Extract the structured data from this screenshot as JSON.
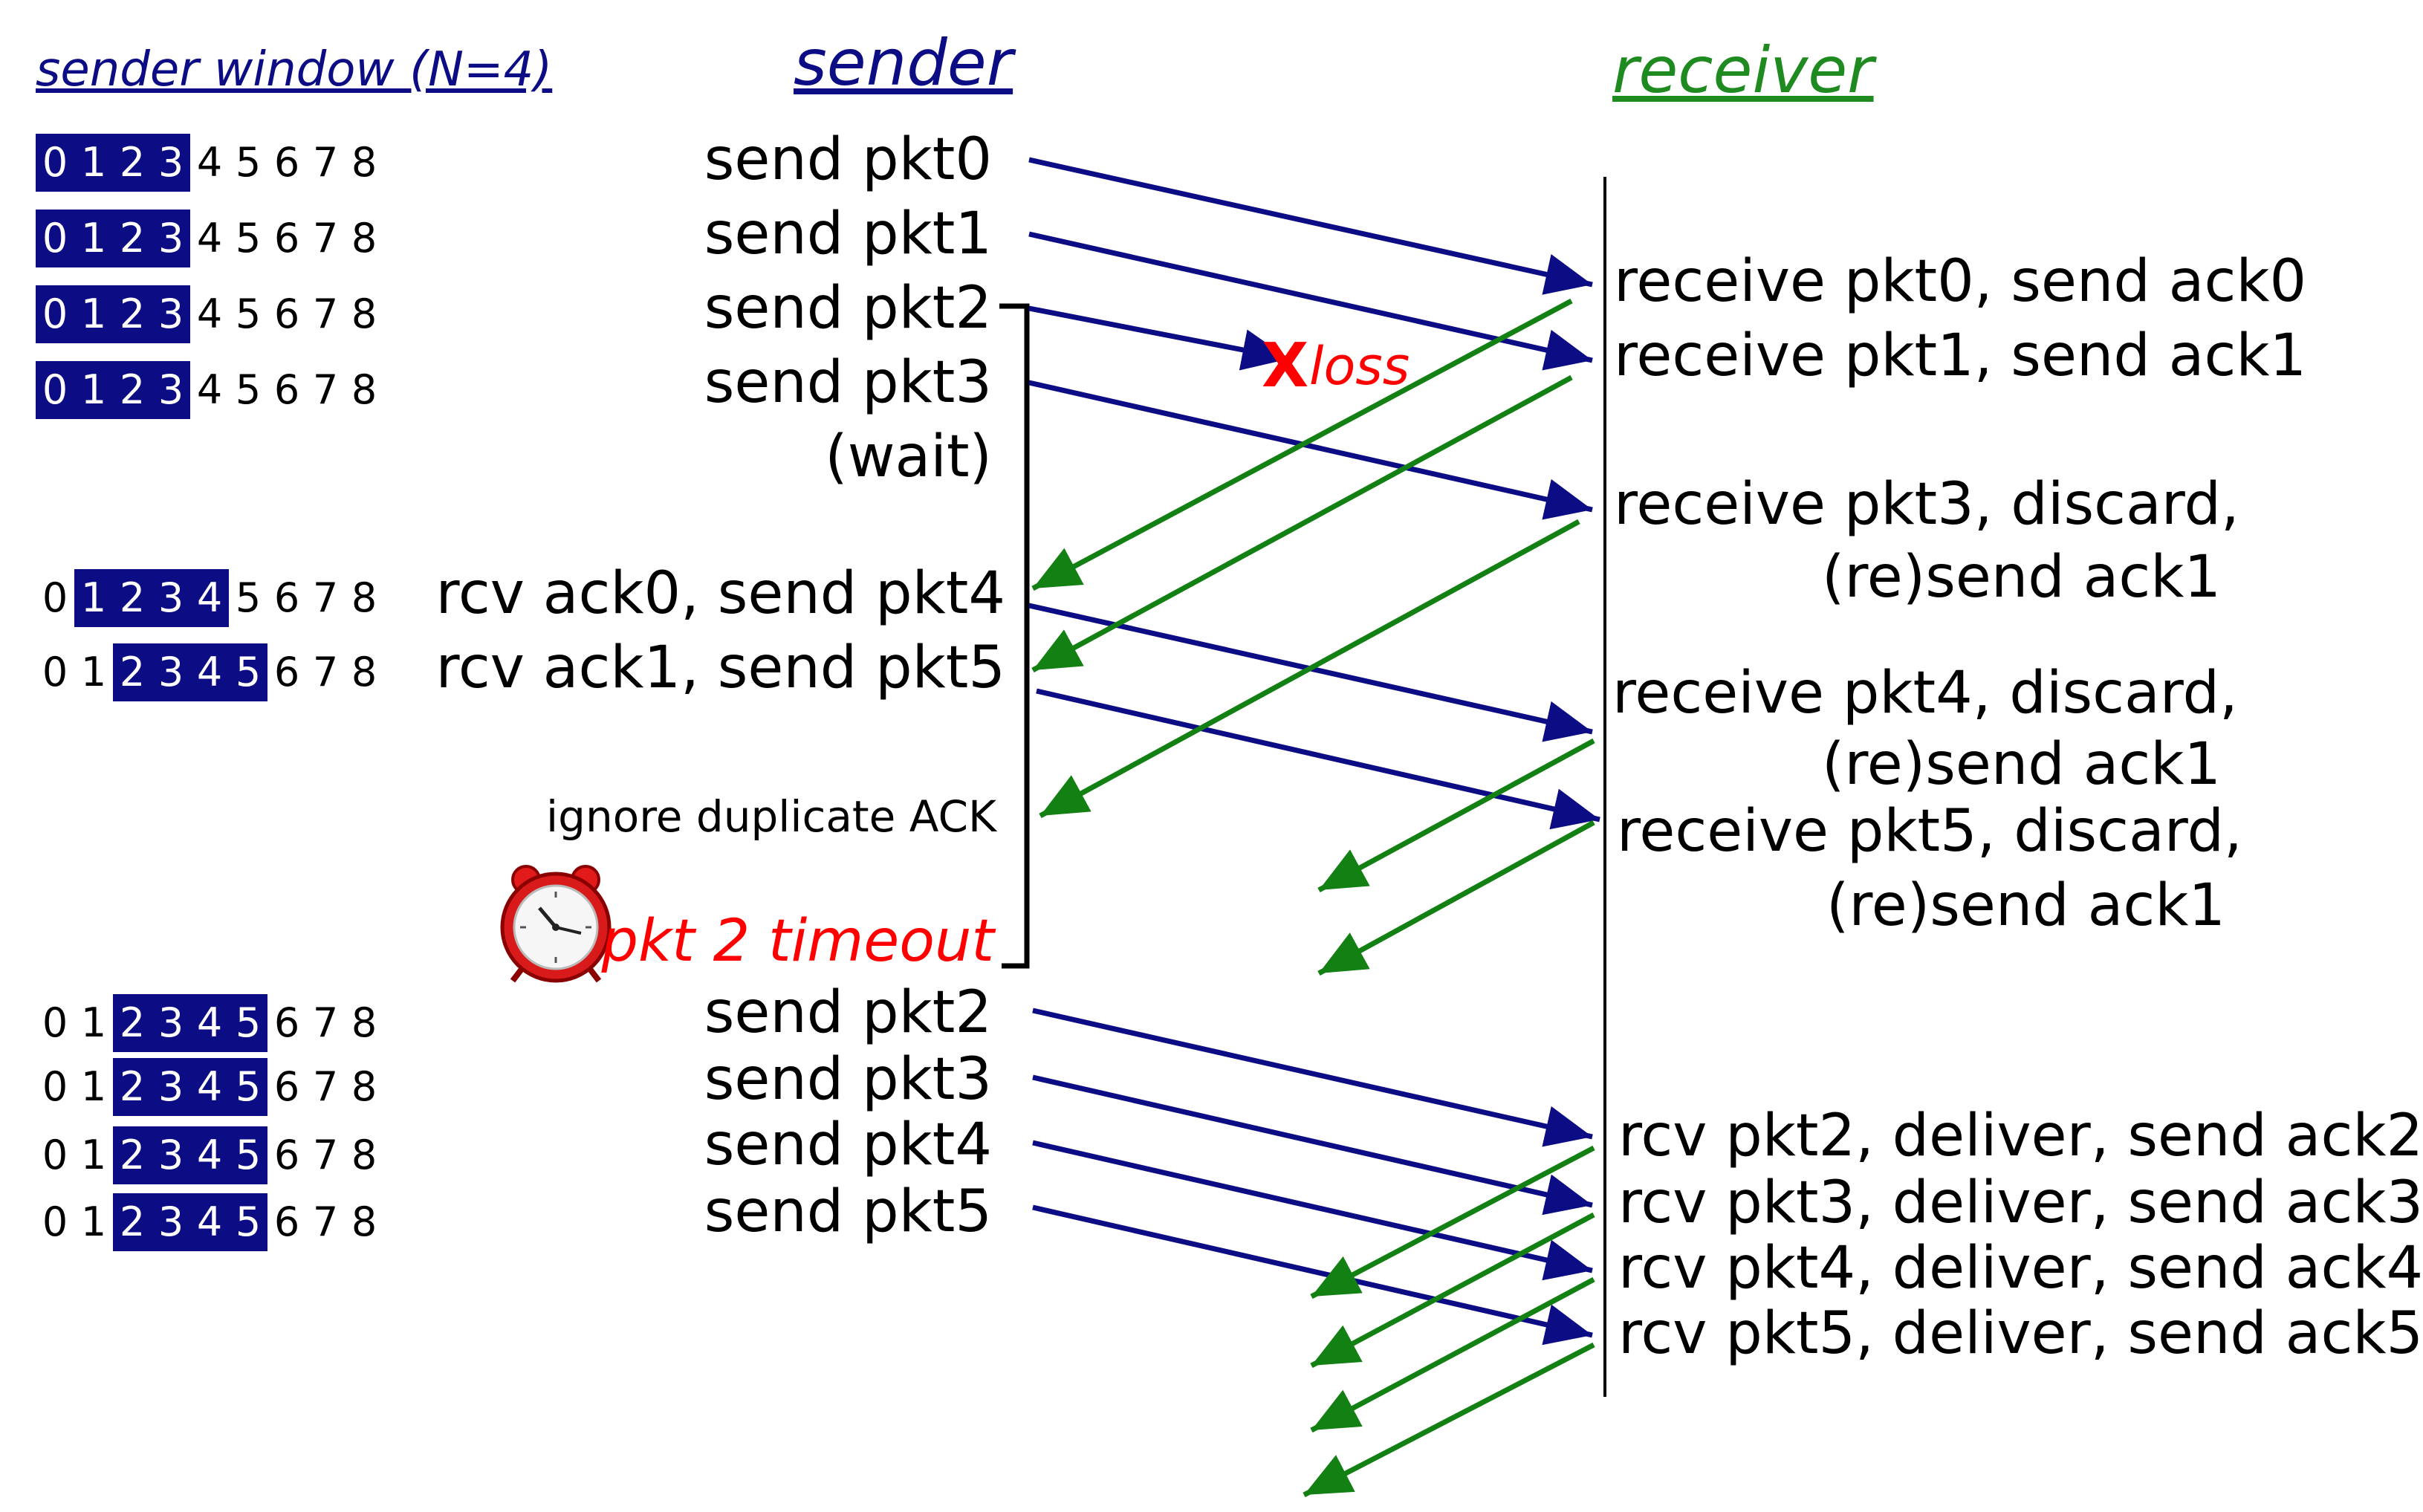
{
  "headers": {
    "window_title": "sender window (N=4)",
    "sender": "sender",
    "receiver": "receiver"
  },
  "colors": {
    "navy": "#0c0c84",
    "green": "#128012",
    "red": "#ff0000",
    "header_green": "#1f8a1f"
  },
  "windows": [
    {
      "digits": [
        "0",
        "1",
        "2",
        "3",
        "4",
        "5",
        "6",
        "7",
        "8"
      ],
      "start": 0,
      "size": 4
    },
    {
      "digits": [
        "0",
        "1",
        "2",
        "3",
        "4",
        "5",
        "6",
        "7",
        "8"
      ],
      "start": 0,
      "size": 4
    },
    {
      "digits": [
        "0",
        "1",
        "2",
        "3",
        "4",
        "5",
        "6",
        "7",
        "8"
      ],
      "start": 0,
      "size": 4
    },
    {
      "digits": [
        "0",
        "1",
        "2",
        "3",
        "4",
        "5",
        "6",
        "7",
        "8"
      ],
      "start": 0,
      "size": 4
    },
    {
      "digits": [
        "0",
        "1",
        "2",
        "3",
        "4",
        "5",
        "6",
        "7",
        "8"
      ],
      "start": 1,
      "size": 4
    },
    {
      "digits": [
        "0",
        "1",
        "2",
        "3",
        "4",
        "5",
        "6",
        "7",
        "8"
      ],
      "start": 2,
      "size": 4
    },
    {
      "digits": [
        "0",
        "1",
        "2",
        "3",
        "4",
        "5",
        "6",
        "7",
        "8"
      ],
      "start": 2,
      "size": 4
    },
    {
      "digits": [
        "0",
        "1",
        "2",
        "3",
        "4",
        "5",
        "6",
        "7",
        "8"
      ],
      "start": 2,
      "size": 4
    },
    {
      "digits": [
        "0",
        "1",
        "2",
        "3",
        "4",
        "5",
        "6",
        "7",
        "8"
      ],
      "start": 2,
      "size": 4
    },
    {
      "digits": [
        "0",
        "1",
        "2",
        "3",
        "4",
        "5",
        "6",
        "7",
        "8"
      ],
      "start": 2,
      "size": 4
    }
  ],
  "sender_events": [
    "send  pkt0",
    "send  pkt1",
    "send  pkt2",
    "send  pkt3",
    "(wait)",
    "rcv ack0, send pkt4",
    "rcv ack1, send pkt5",
    "ignore duplicate ACK",
    "pkt 2 timeout",
    "send  pkt2",
    "send  pkt3",
    "send  pkt4",
    "send  pkt5"
  ],
  "loss": {
    "mark": "X",
    "label": "loss"
  },
  "receiver_events": [
    "receive pkt0, send ack0",
    "receive pkt1, send ack1",
    "receive pkt3, discard,",
    "(re)send ack1",
    "receive pkt4, discard,",
    "(re)send ack1",
    "receive pkt5, discard,",
    "(re)send ack1",
    "rcv pkt2, deliver, send ack2",
    "rcv pkt3, deliver, send ack3",
    "rcv pkt4, deliver, send ack4",
    "rcv pkt5, deliver, send ack5"
  ],
  "icons": {
    "timer": "alarm-clock-icon"
  }
}
